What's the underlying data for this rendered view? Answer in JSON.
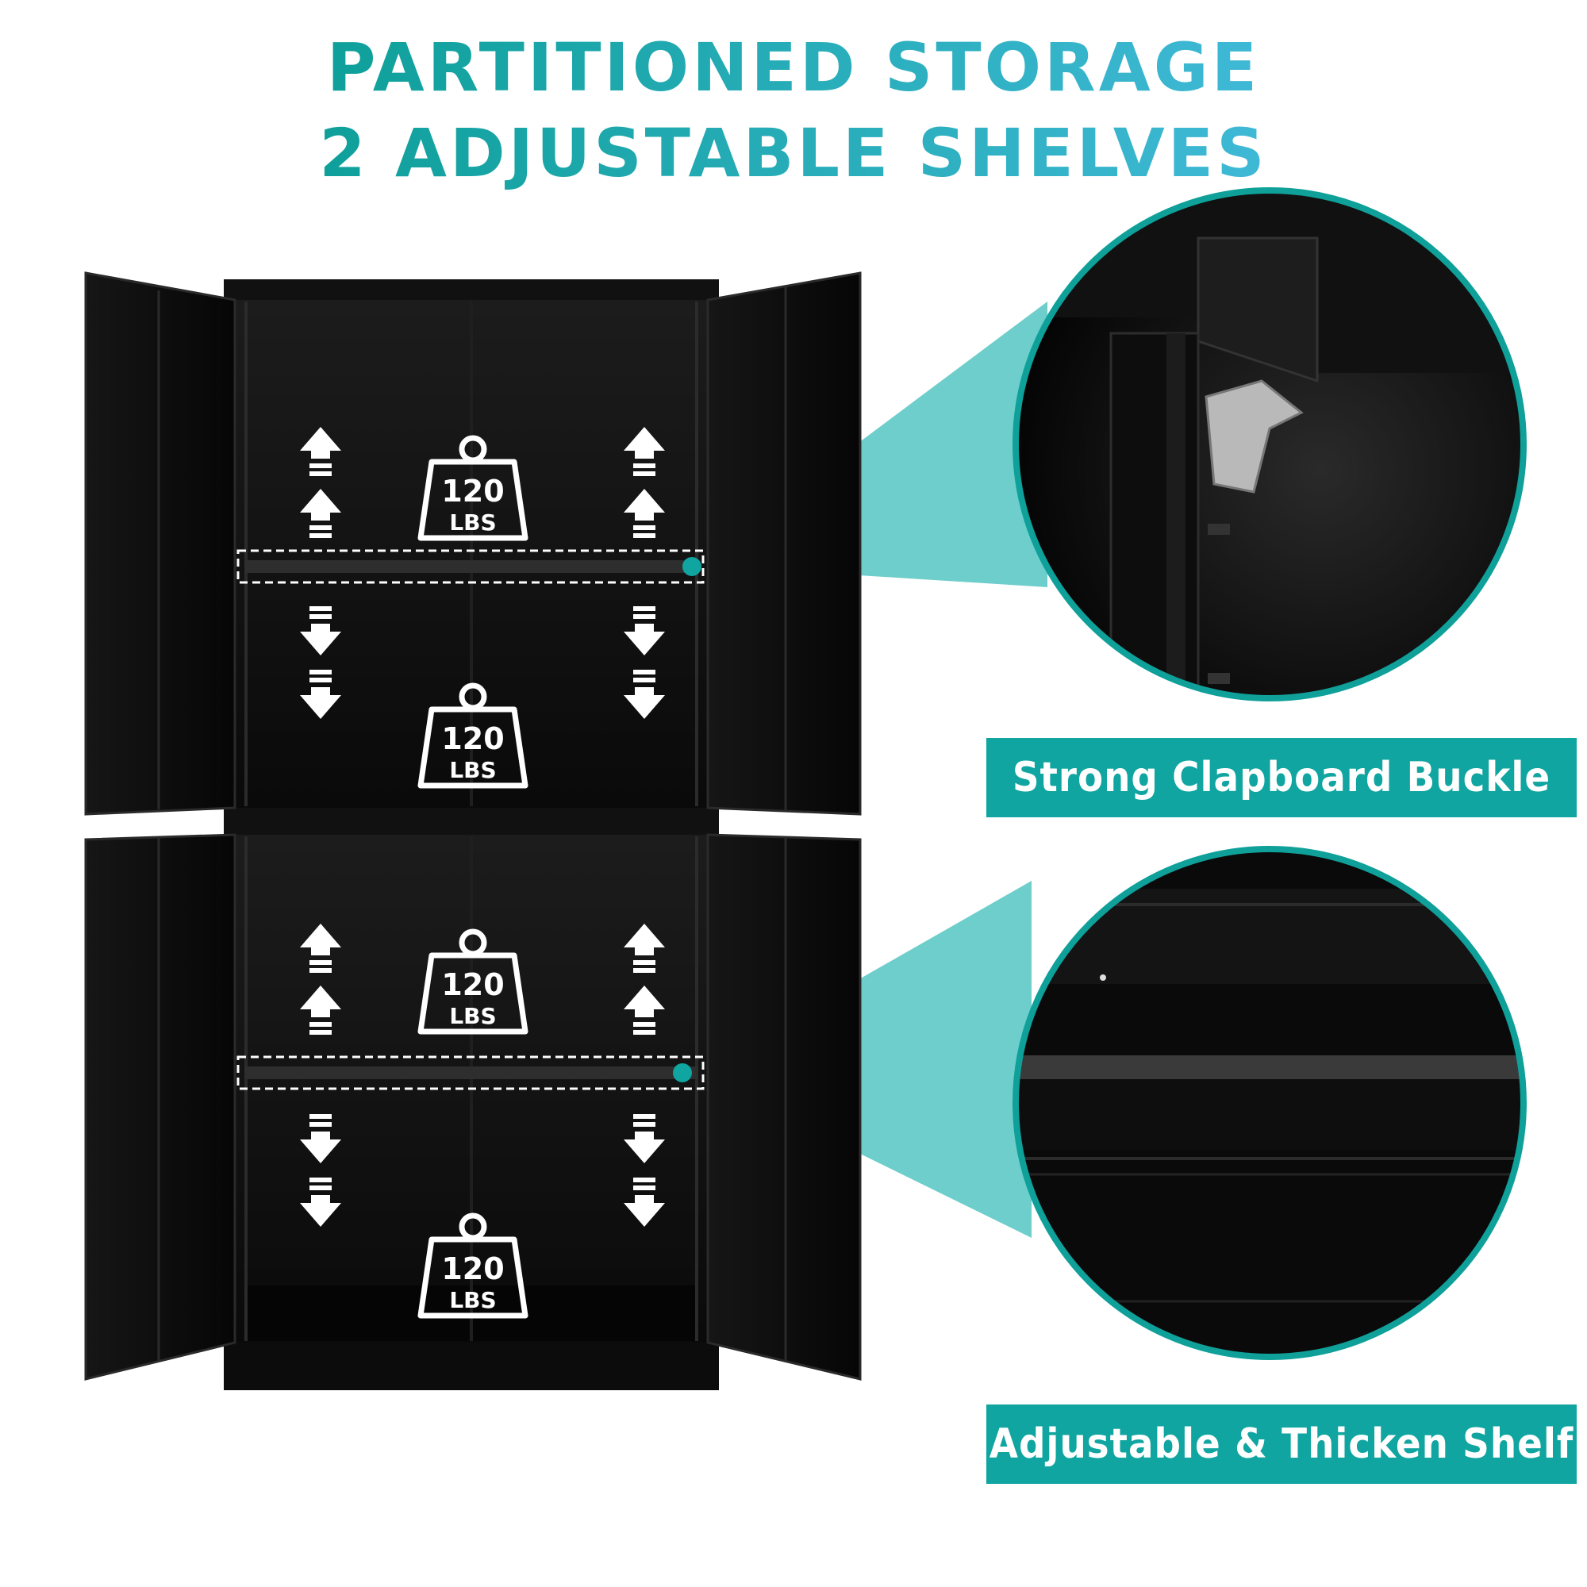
{
  "header": {
    "line1": "PARTITIONED STORAGE",
    "line2": "2 ADJUSTABLE SHELVES"
  },
  "weight_badges": [
    {
      "value": "120",
      "unit": "LBS"
    },
    {
      "value": "120",
      "unit": "LBS"
    },
    {
      "value": "120",
      "unit": "LBS"
    },
    {
      "value": "120",
      "unit": "LBS"
    }
  ],
  "callouts": [
    {
      "label": "Strong Clapboard Buckle"
    },
    {
      "label": "Adjustable & Thicken Shelf"
    }
  ],
  "colors": {
    "accent": "#10a5a0",
    "accent_light": "#3fb9d6",
    "cabinet": "#0b0b0b",
    "callout_beam": "#5ec9c5"
  },
  "icons": [
    "weight-icon",
    "arrow-up-icon",
    "arrow-down-icon"
  ]
}
